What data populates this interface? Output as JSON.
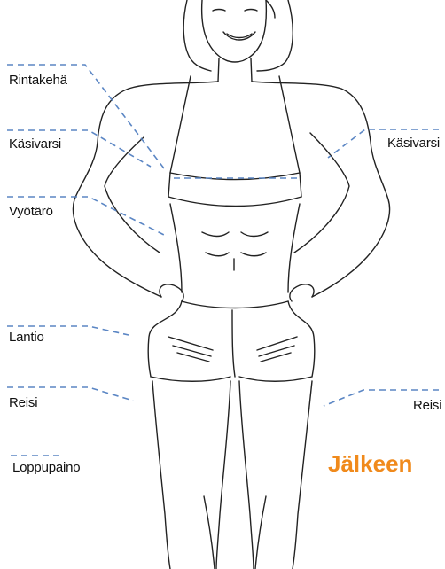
{
  "labels": {
    "chest": "Rintakehä",
    "arm_left": "Käsivarsi",
    "arm_right": "Käsivarsi",
    "waist": "Vyötärö",
    "hip": "Lantio",
    "thigh_left": "Reisi",
    "thigh_right": "Reisi",
    "final_weight": "Loppupaino"
  },
  "title": "Jälkeen",
  "colors": {
    "accent": "#f08a1c",
    "measure_line": "#5b86c4",
    "outline": "#222222"
  }
}
